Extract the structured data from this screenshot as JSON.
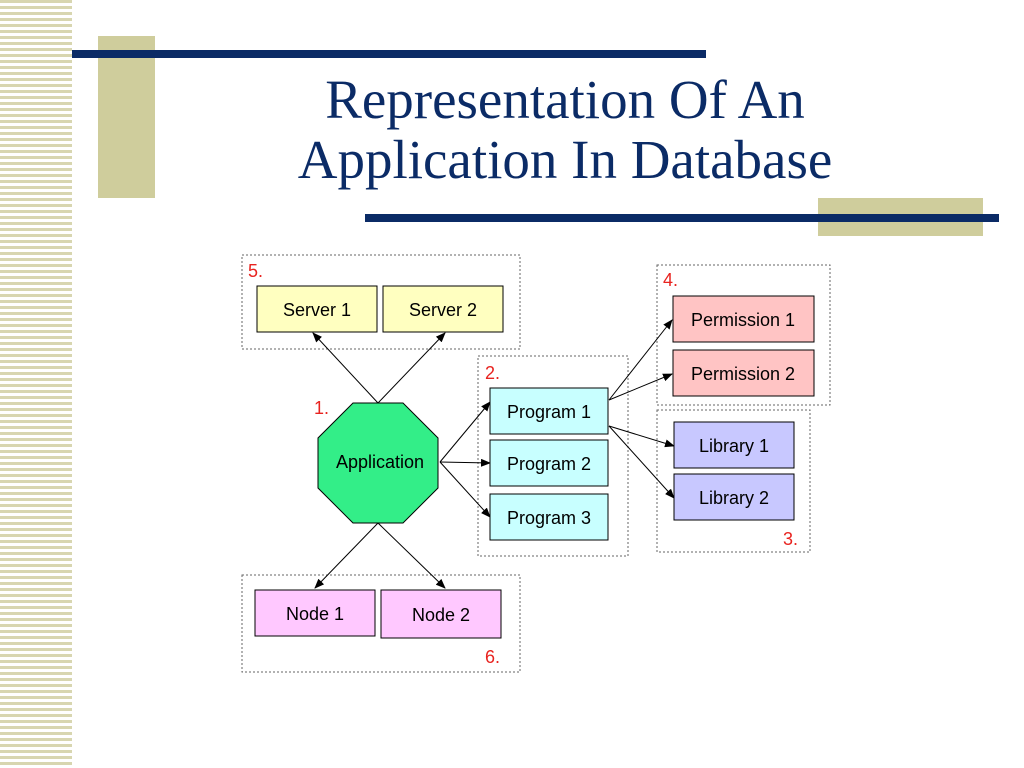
{
  "title": {
    "line1": "Representation Of An",
    "line2": "Application In Database"
  },
  "colors": {
    "title": "#0b2b66",
    "accent_bar": "#0b2b66",
    "accent_block": "#cfcd9c",
    "stripe": "#d8d6b0",
    "group_label": "#e8231f",
    "server_fill": "#ffffc0",
    "program_fill": "#c8ffff",
    "permission_fill": "#ffc4c4",
    "library_fill": "#c8c8ff",
    "node_fill": "#ffc8ff",
    "application_fill": "#33ee88"
  },
  "diagram": {
    "groups": {
      "servers": "5.",
      "programs": "2.",
      "permissions": "4.",
      "libraries": "3.",
      "nodes": "6.",
      "application": "1."
    },
    "application": "Application",
    "servers": [
      "Server 1",
      "Server 2"
    ],
    "programs": [
      "Program 1",
      "Program 2",
      "Program 3"
    ],
    "permissions": [
      "Permission 1",
      "Permission 2"
    ],
    "libraries": [
      "Library 1",
      "Library 2"
    ],
    "nodes": [
      "Node 1",
      "Node 2"
    ]
  }
}
